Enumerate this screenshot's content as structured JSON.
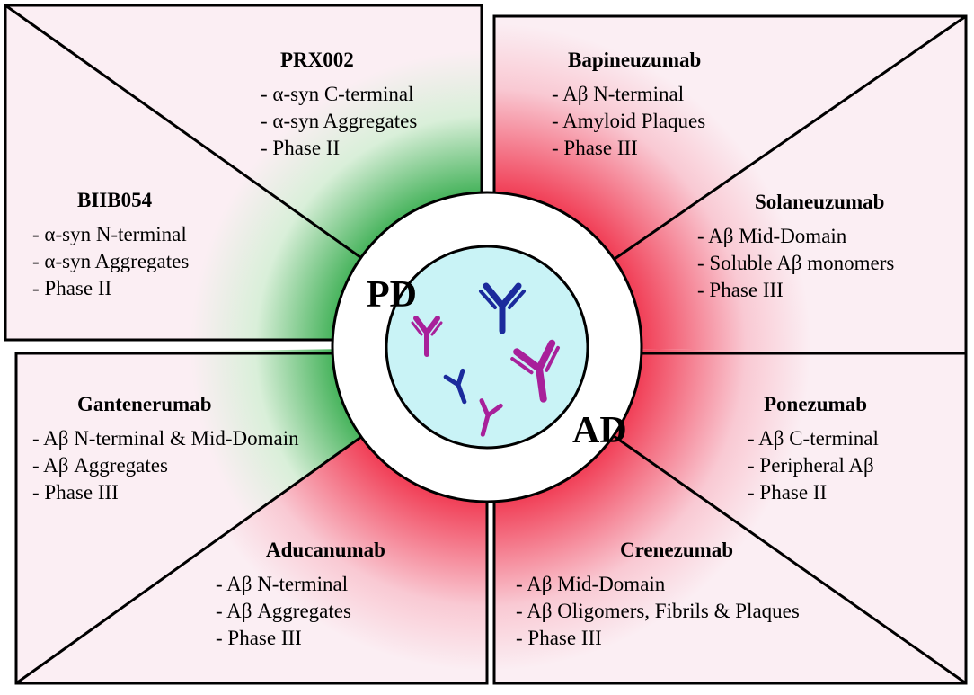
{
  "labels": {
    "pd": "PD",
    "ad": "AD"
  },
  "colors": {
    "green": "#1fa33a",
    "red": "#f0324b",
    "pale": "#fbeef3",
    "center": "#c9f3f6",
    "magenta": "#a8209a",
    "navy": "#1b2a9c"
  },
  "icons": [
    "antibody-icon"
  ],
  "panels": {
    "prx002": {
      "title": "PRX002",
      "items": [
        "- α-syn C-terminal",
        "- α-syn Aggregates",
        "- Phase II"
      ]
    },
    "biib054": {
      "title": "BIIB054",
      "items": [
        "- α-syn N-terminal",
        "- α-syn Aggregates",
        "- Phase II"
      ]
    },
    "bapineuzumab": {
      "title": "Bapineuzumab",
      "items": [
        "- Aβ N-terminal",
        "- Amyloid Plaques",
        "- Phase III"
      ]
    },
    "solaneuzumab": {
      "title": "Solaneuzumab",
      "items": [
        "- Aβ Mid-Domain",
        "- Soluble Aβ monomers",
        "- Phase III"
      ]
    },
    "gantenerumab": {
      "title": "Gantenerumab",
      "items": [
        "- Aβ N-terminal & Mid-Domain",
        "- Aβ Aggregates",
        "- Phase III"
      ]
    },
    "aducanumab": {
      "title": "Aducanumab",
      "items": [
        "- Aβ N-terminal",
        "- Aβ Aggregates",
        "- Phase III"
      ]
    },
    "ponezumab": {
      "title": "Ponezumab",
      "items": [
        "- Aβ C-terminal",
        "- Peripheral Aβ",
        "- Phase II"
      ]
    },
    "crenezumab": {
      "title": "Crenezumab",
      "items": [
        "- Aβ Mid-Domain",
        "- Aβ Oligomers, Fibrils & Plaques",
        "- Phase III"
      ]
    }
  }
}
